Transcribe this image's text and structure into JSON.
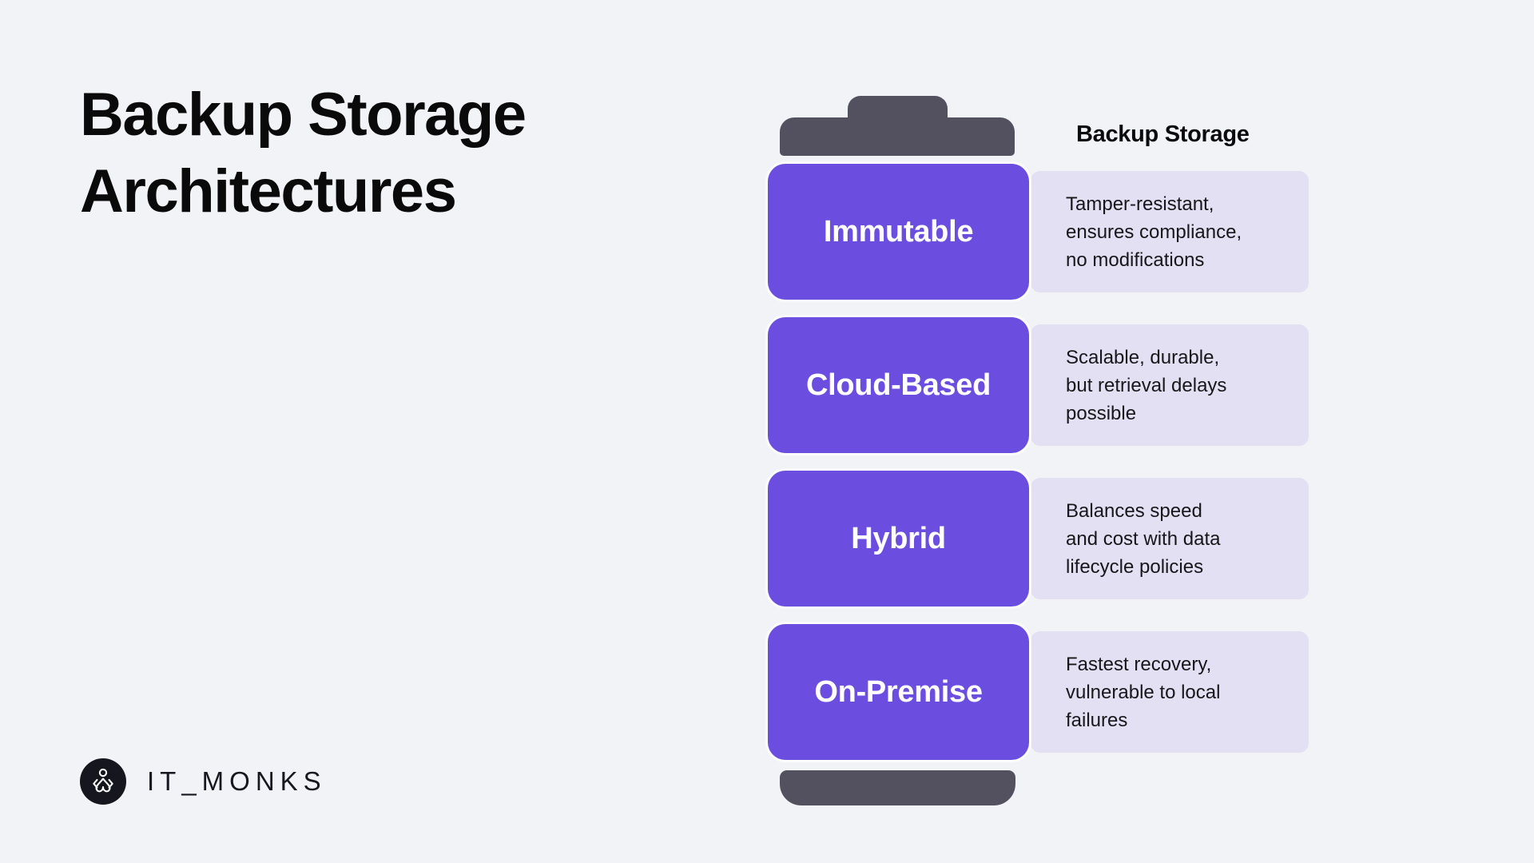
{
  "page": {
    "background": "#F2F3F7"
  },
  "title": {
    "line1": "Backup Storage",
    "line2": "Architectures"
  },
  "battery": {
    "label": "Backup Storage",
    "rows": [
      {
        "name": "Immutable",
        "description": "Tamper-resistant,\nensures compliance,\nno modifications"
      },
      {
        "name": "Cloud-Based",
        "description": "Scalable, durable,\nbut retrieval delays\npossible"
      },
      {
        "name": "Hybrid",
        "description": "Balances speed\nand cost with data\nlifecycle policies"
      },
      {
        "name": "On-Premise",
        "description": "Fastest recovery,\nvulnerable to local\nfailures"
      }
    ]
  },
  "colors": {
    "accent_purple": "#6B4EE0",
    "description_lavender": "#E3E0F3",
    "battery_slate": "#53515F",
    "background": "#F2F3F7",
    "text_dark": "#17171A"
  },
  "footer": {
    "brand": "IT_MONKS",
    "logo_icon": "meditating-monk-icon"
  }
}
